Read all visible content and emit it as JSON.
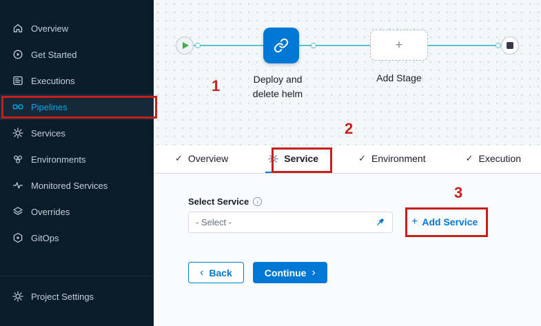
{
  "sidebar": {
    "items": [
      {
        "label": "Overview",
        "icon": "home-icon"
      },
      {
        "label": "Get Started",
        "icon": "get-started-icon"
      },
      {
        "label": "Executions",
        "icon": "executions-icon"
      },
      {
        "label": "Pipelines",
        "icon": "pipelines-icon",
        "active": true
      },
      {
        "label": "Services",
        "icon": "services-icon"
      },
      {
        "label": "Environments",
        "icon": "environments-icon"
      },
      {
        "label": "Monitored Services",
        "icon": "monitored-services-icon"
      },
      {
        "label": "Overrides",
        "icon": "overrides-icon"
      },
      {
        "label": "GitOps",
        "icon": "gitops-icon"
      }
    ],
    "bottom_items": [
      {
        "label": "Project Settings",
        "icon": "gear-icon"
      }
    ]
  },
  "canvas": {
    "stage_name": "Deploy and delete helm",
    "add_stage_label": "Add Stage"
  },
  "tabs": [
    {
      "label": "Overview",
      "icon": "check-icon",
      "active": false
    },
    {
      "label": "Service",
      "icon": "gear-icon",
      "active": true
    },
    {
      "label": "Environment",
      "icon": "check-icon",
      "active": false
    },
    {
      "label": "Execution",
      "icon": "check-icon",
      "active": false
    }
  ],
  "form": {
    "select_service_label": "Select Service",
    "select_value": "- Select -",
    "add_service_label": "Add Service",
    "back_label": "Back",
    "continue_label": "Continue"
  },
  "icons": {
    "check": "✓",
    "plus": "+",
    "chevron_left": "‹",
    "chevron_right": "›",
    "info": "i"
  },
  "annotations": [
    {
      "number": "1"
    },
    {
      "number": "2"
    },
    {
      "number": "3"
    }
  ],
  "colors": {
    "primary_blue": "#0278d5",
    "sidebar_bg": "#0a1b2a",
    "active_nav_cyan": "#00ade4",
    "connector_teal": "#57c2cf",
    "annotation_red": "#c6201c"
  }
}
